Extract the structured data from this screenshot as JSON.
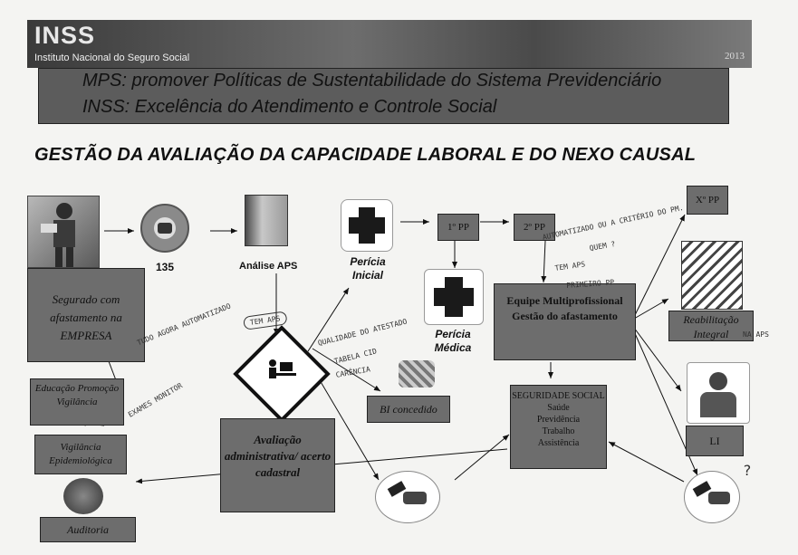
{
  "header": {
    "logo": "INSS",
    "org_name": "Instituto Nacional do Seguro Social",
    "year": "2013"
  },
  "mission": {
    "line1": "MPS: promover Políticas de Sustentabilidade do Sistema Previdenciário",
    "line2": "INSS: Excelência do Atendimento e Controle Social"
  },
  "title": "GESTÃO DA AVALIAÇÃO DA CAPACIDADE LABORAL E DO NEXO CAUSAL",
  "nodes": {
    "phone_label": "135",
    "aps_label": "Análise APS",
    "pericia_inicial": "Perícia Inicial",
    "pp1": "1º PP",
    "pp2": "2º PP",
    "xpp": "Xº PP",
    "pericia_medica": "Perícia Médica",
    "segurado": "Segurado com afastamento na EMPRESA",
    "educacao": "Educação Promoção Vigilância",
    "vigilancia": "Vigilância Epidemiológica",
    "auditoria": "Auditoria",
    "avaliacao": "Avaliação administrativa/ acerto cadastral",
    "bi": "BI concedido",
    "equipe": "Equipe Multiprofissional Gestão do afastamento",
    "seguridade_title": "SEGURIDADE SOCIAL",
    "seguridade_items": [
      "Saúde",
      "Previdência",
      "Trabalho",
      "Assistência"
    ],
    "reabilitacao": "Reabilitação Integral",
    "li": "LI"
  },
  "handwriting": {
    "n1": "AUTOMATIZADO OU A CRITÉRIO DO PM.",
    "n2": "QUEM ?",
    "n3": "TEM APS",
    "n4": "PRIMEIRO PP",
    "n5": "TEM APS",
    "n6": "QUALIDADE DO ATESTADO",
    "n7": "TABELA CID",
    "n8": "CARÊNCIA",
    "n9": "TUDO AGORA AUTOMATIZADO",
    "n10": "EXAMES MONITOR",
    "n11": "?",
    "n12": "NA APS"
  }
}
